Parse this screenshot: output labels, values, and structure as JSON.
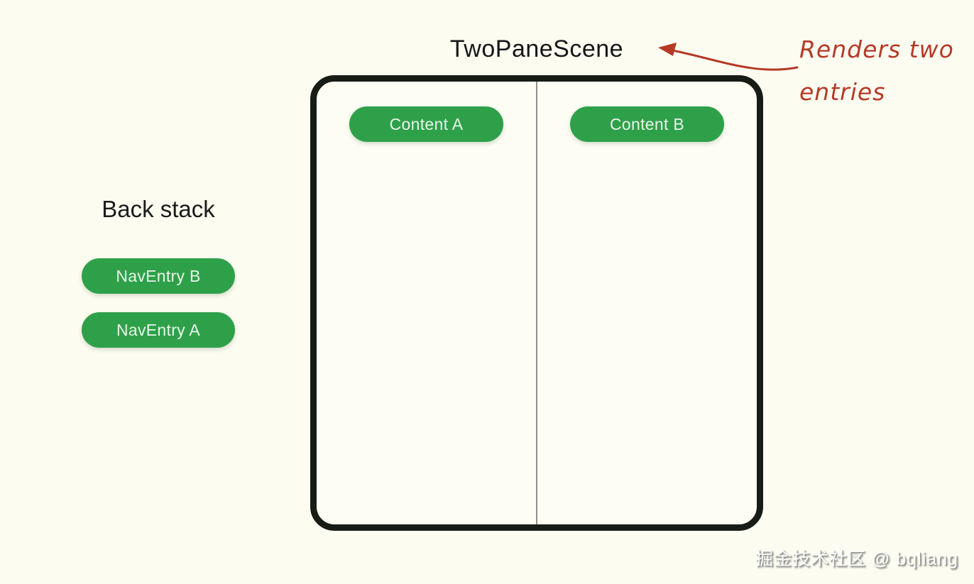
{
  "title": "TwoPaneScene",
  "annotation": {
    "line1": "Renders two",
    "line2": "entries"
  },
  "scene": {
    "panes": [
      {
        "label": "Content A"
      },
      {
        "label": "Content B"
      }
    ]
  },
  "back_stack": {
    "label": "Back stack",
    "entries": [
      "NavEntry B",
      "NavEntry A"
    ]
  },
  "watermark": "掘金技术社区 @ bqliang",
  "colors": {
    "background": "#FCFCF1",
    "pill_green": "#2FA04A",
    "pill_text": "#E8F6E9",
    "frame_border": "#181C16",
    "divider": "#8F8F8F",
    "annotation_red": "#B53A26",
    "text_dark": "#1B1B1B"
  }
}
